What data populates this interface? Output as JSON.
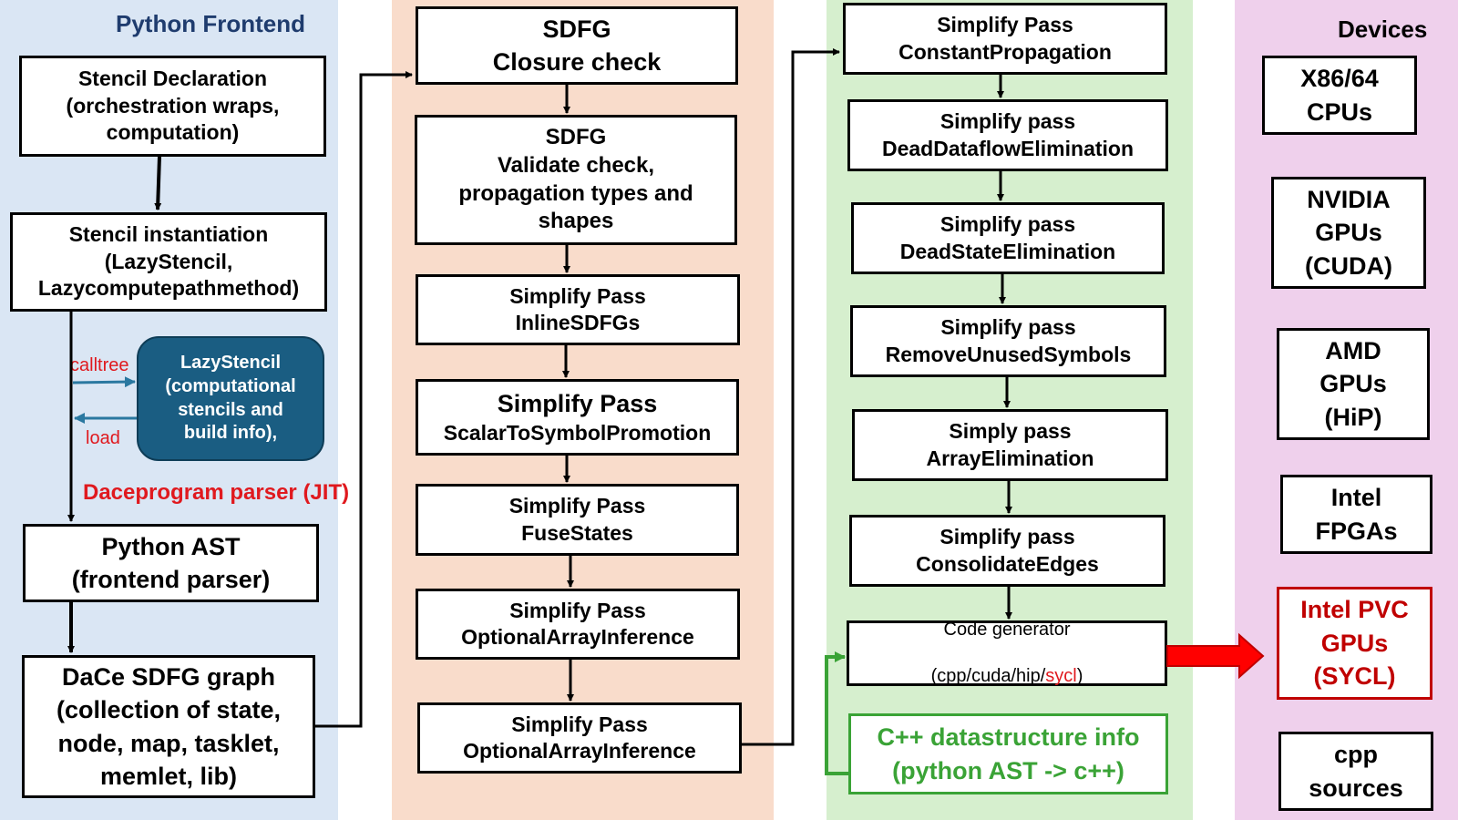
{
  "colors": {
    "frontend_bg": "#dae6f4",
    "sdfg_bg": "#f9dccb",
    "passes_bg": "#d6efce",
    "devices_bg": "#efd0ec",
    "frontend_title": "#1f3c6e",
    "lazystencil_fill": "#1a5d82",
    "red": "#e0191e",
    "green": "#3aa336",
    "dark_red": "#c00000"
  },
  "frontend": {
    "title": "Python Frontend",
    "stencil_declaration": "Stencil Declaration\n(orchestration wraps,\ncomputation)",
    "stencil_instantiation": "Stencil instantiation\n(LazyStencil,\nLazycomputepathmethod)",
    "lazystencil": "LazyStencil\n(computational\nstencils and\nbuild info),",
    "calltree_label": "calltree",
    "load_label": "load",
    "parser_label": "Daceprogram parser (JIT)",
    "python_ast": "Python AST\n(frontend parser)",
    "sdfg_graph": "DaCe SDFG graph\n(collection of state,\nnode, map, tasklet,\nmemlet,  lib)"
  },
  "sdfg_column": {
    "closure_check": "SDFG\nClosure check",
    "validate_check": "SDFG\nValidate check,\npropagation types and\nshapes",
    "inline_sdfgs": "Simplify Pass\nInlineSDFGs",
    "scalar_to_symbol_title": "Simplify Pass",
    "scalar_to_symbol_name": "ScalarToSymbolPromotion",
    "fuse_states": "Simplify Pass\nFuseStates",
    "optional_array_1": "Simplify Pass\nOptionalArrayInference",
    "optional_array_2": "Simplify Pass\nOptionalArrayInference"
  },
  "passes_column": {
    "constant_propagation": "Simplify Pass\nConstantPropagation",
    "dead_dataflow": "Simplify pass\nDeadDataflowElimination",
    "dead_state": "Simplify pass\nDeadStateElimination",
    "remove_unused": "Simplify pass\nRemoveUnusedSymbols",
    "array_elimination": "Simply pass\nArrayElimination",
    "consolidate_edges": "Simplify pass\nConsolidateEdges",
    "codegen_title": "Code generator",
    "codegen_targets_prefix": "(cpp/cuda/hip/",
    "codegen_targets_sycl": "sycl",
    "codegen_targets_suffix": ")",
    "cpp_datastructure": "C++ datastructure info\n(python AST -> c++)"
  },
  "devices": {
    "title": "Devices",
    "x86": "X86/64\nCPUs",
    "nvidia": "NVIDIA\nGPUs\n(CUDA)",
    "amd": "AMD\nGPUs\n(HiP)",
    "intel_fpga": "Intel\nFPGAs",
    "intel_pvc": "Intel PVC\nGPUs\n(SYCL)",
    "cpp_sources": "cpp\nsources"
  }
}
